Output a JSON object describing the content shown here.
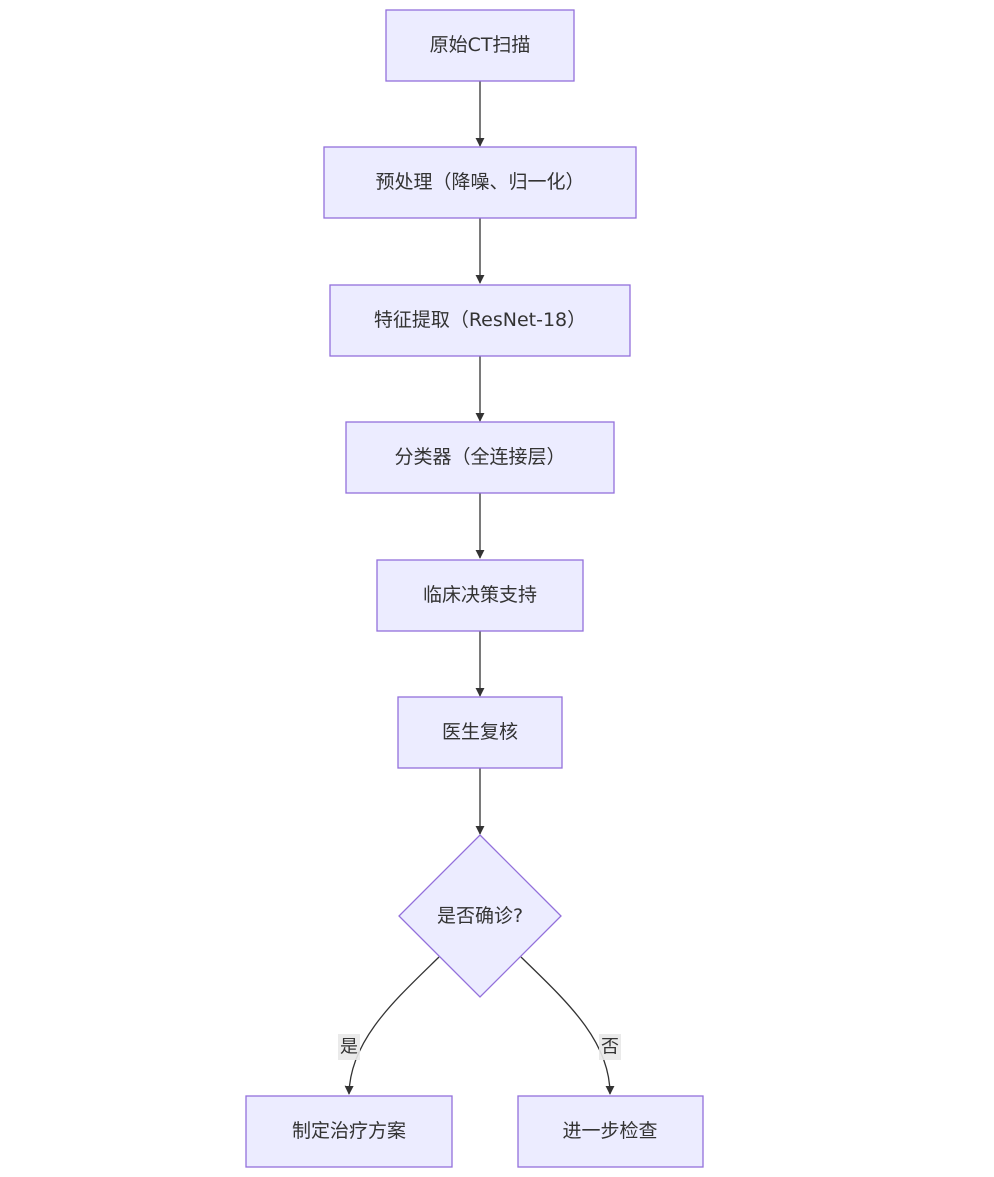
{
  "diagram": {
    "type": "flowchart",
    "nodes": {
      "raw_ct": "原始CT扫描",
      "preprocess": "预处理（降噪、归一化）",
      "feature": "特征提取（ResNet-18）",
      "classifier": "分类器（全连接层）",
      "decision_support": "临床决策支持",
      "doctor_review": "医生复核",
      "confirmed": "是否确诊?",
      "treatment": "制定治疗方案",
      "further_exam": "进一步检查"
    },
    "edge_labels": {
      "yes": "是",
      "no": "否"
    },
    "colors": {
      "node_fill": "#ececff",
      "node_stroke": "#9370db",
      "edge": "#333333",
      "text": "#333333",
      "label_bg": "#e8e8e8"
    }
  }
}
